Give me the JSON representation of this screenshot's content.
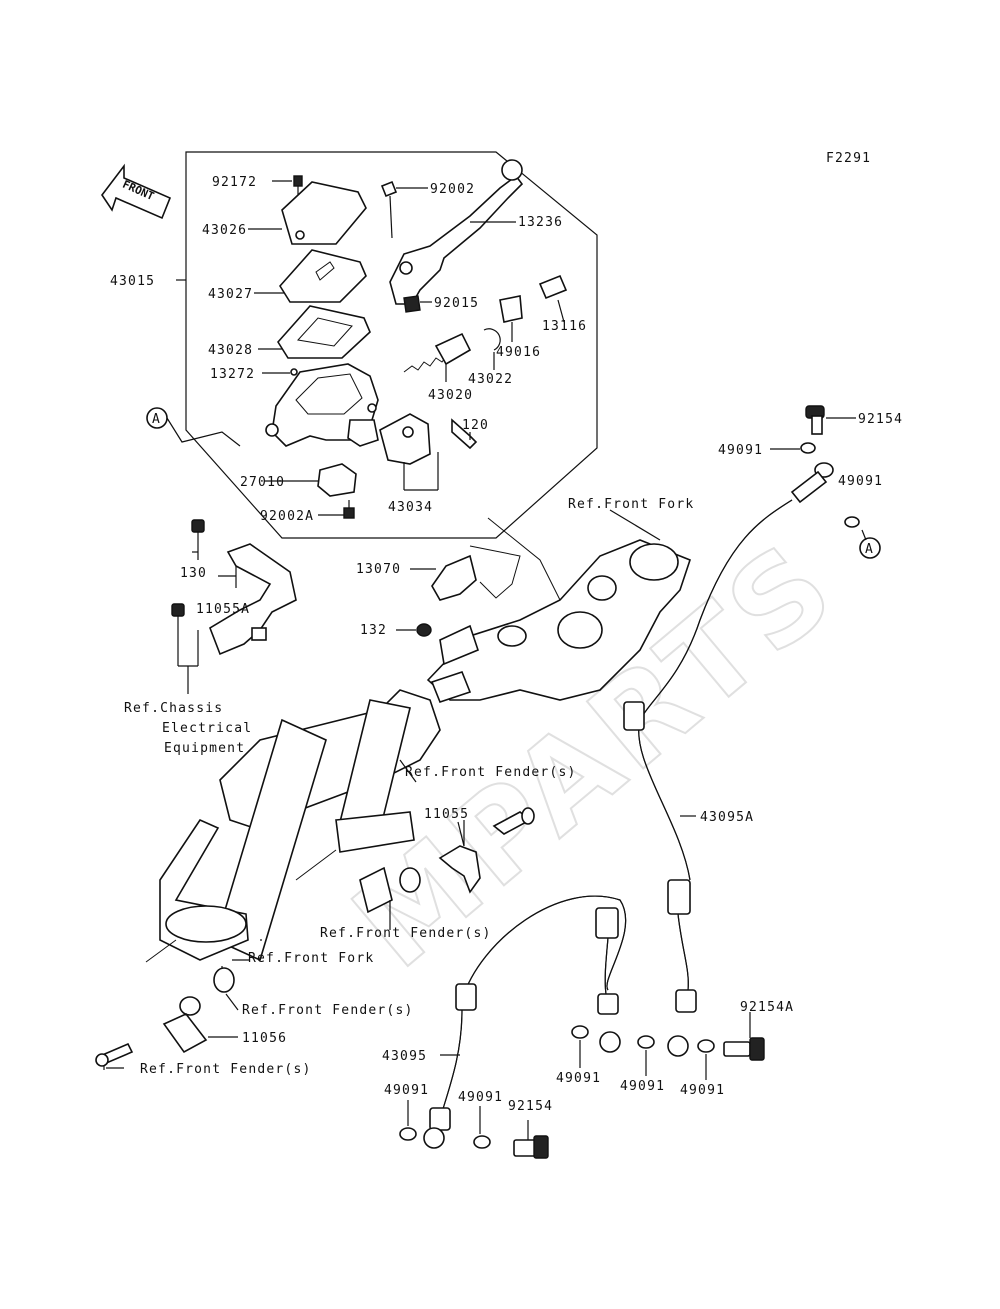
{
  "diagram": {
    "code": "F2291",
    "front_arrow": "FRONT",
    "watermark": "MPARTS",
    "callouts": {
      "circle_a_left": "A",
      "circle_a_right": "A"
    },
    "labels": {
      "p92172": "92172",
      "p92002": "92002",
      "p13236": "13236",
      "p43026": "43026",
      "p43015": "43015",
      "p43027": "43027",
      "p92015": "92015",
      "p13116": "13116",
      "p49016": "49016",
      "p43028": "43028",
      "p43022": "43022",
      "p13272": "13272",
      "p43020": "43020",
      "p92154_top": "92154",
      "p120": "120",
      "p49091_a": "49091",
      "p49091_b": "49091",
      "p27010": "27010",
      "p43034": "43034",
      "p92002A": "92002A",
      "ref_front_fork_top": "Ref.Front Fork",
      "p130": "130",
      "p13070": "13070",
      "p11055A": "11055A",
      "p132": "132",
      "ref_chassis_1": "Ref.Chassis",
      "ref_chassis_2": "Electrical",
      "ref_chassis_3": "Equipment",
      "ref_front_fender_1": "Ref.Front Fender(s)",
      "p43095A": "43095A",
      "p11055": "11055",
      "ref_front_fender_2": "Ref.Front Fender(s)",
      "ref_front_fork_bottom": "Ref.Front Fork",
      "ref_front_fender_3": "Ref.Front Fender(s)",
      "p92154A": "92154A",
      "p11056": "11056",
      "p43095": "43095",
      "ref_front_fender_4": "Ref.Front Fender(s)",
      "p49091_c": "49091",
      "p49091_d": "49091",
      "p49091_e": "49091",
      "p49091_f": "49091",
      "p49091_g": "49091",
      "p92154_bottom": "92154"
    }
  }
}
